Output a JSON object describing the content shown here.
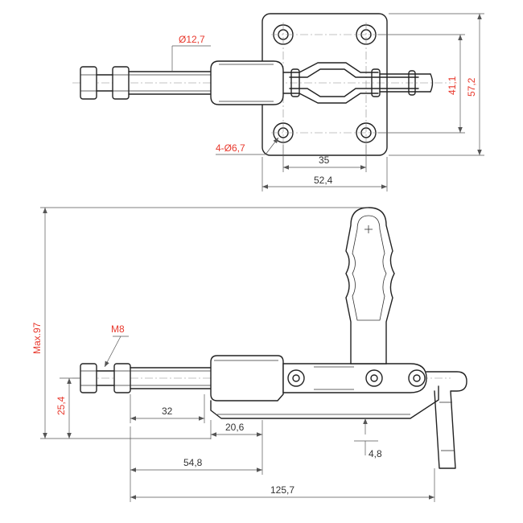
{
  "dimensions": {
    "rod_diameter": "Ø12,7",
    "mounting_holes": "4-Ø6,7",
    "hole_spacing_x": "35",
    "plate_width": "52,4",
    "hole_spacing_y": "41,1",
    "plate_height": "57,2",
    "thread": "M8",
    "max_height": "Max.97",
    "base_height": "25,4",
    "stroke_length": "32",
    "body_offset": "20,6",
    "base_to_front": "54,8",
    "overall_length": "125,7",
    "base_thickness": "4,8"
  },
  "colors": {
    "dimension_text": "#e8382c",
    "outline": "#222222",
    "dimension_line": "#555555"
  }
}
